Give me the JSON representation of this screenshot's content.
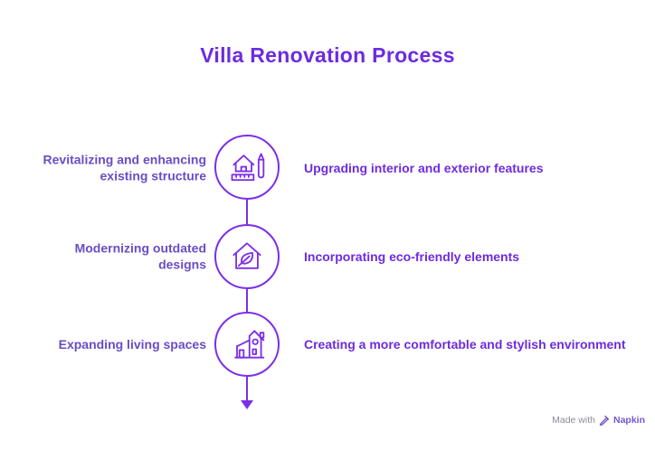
{
  "title": "Villa Renovation Process",
  "colors": {
    "title": "#6d2bdf",
    "left_label": "#6a4cc6",
    "right_label": "#6d2bdf",
    "icon_stroke": "#7b2fe8",
    "footer_text": "#8c8b97",
    "footer_brand": "#7457ce",
    "background": "#ffffff"
  },
  "steps": [
    {
      "left_label": "Revitalizing and enhancing existing structure",
      "right_label": "Upgrading interior and exterior features",
      "icon": "house-design-pencil-ruler-icon"
    },
    {
      "left_label": "Modernizing outdated designs",
      "right_label": "Incorporating eco-friendly elements",
      "icon": "eco-house-leaf-icon"
    },
    {
      "left_label": "Expanding living spaces",
      "right_label": "Creating a more comfortable and stylish environment",
      "icon": "expanded-house-icon"
    }
  ],
  "footer": {
    "made_with": "Made with",
    "brand": "Napkin"
  }
}
